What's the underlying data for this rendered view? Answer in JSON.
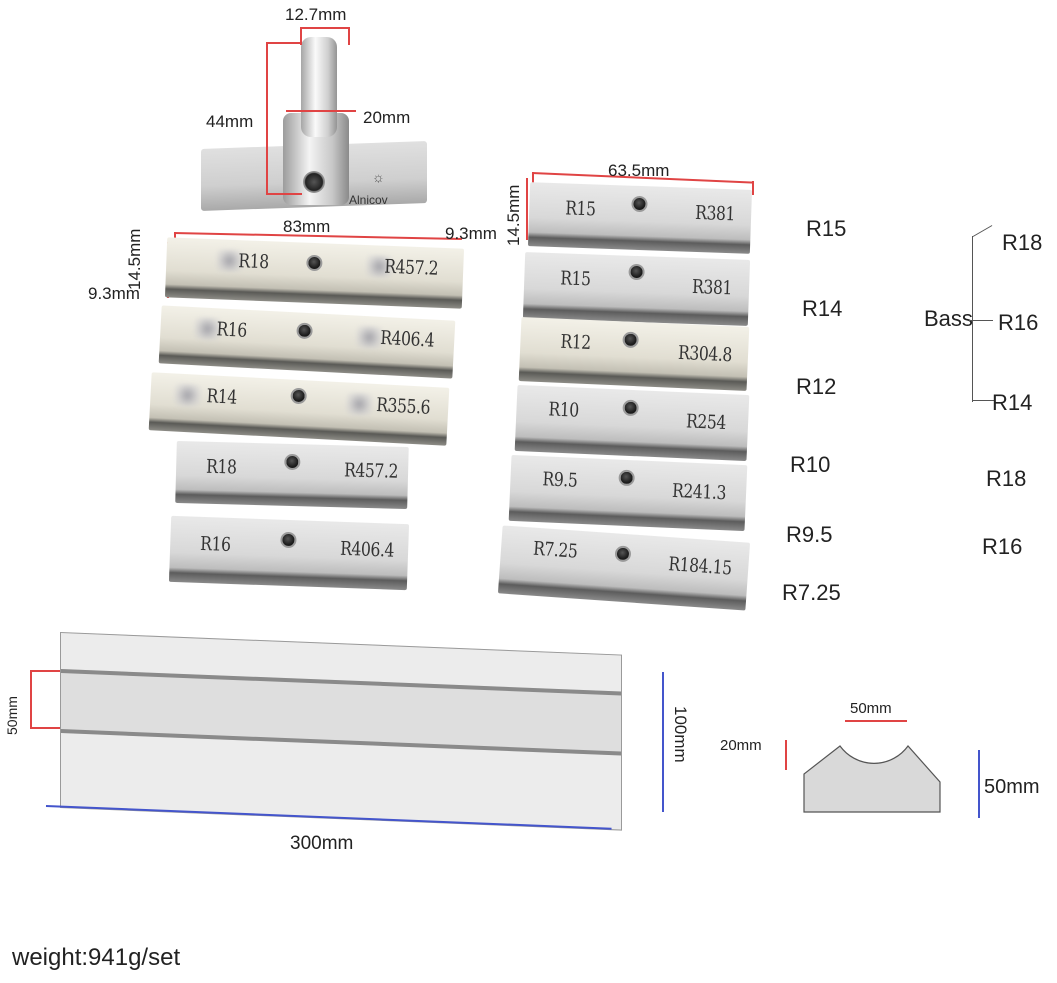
{
  "tool": {
    "dims": {
      "pin_diameter": "12.7mm",
      "height": "44mm",
      "base_diameter": "20mm"
    },
    "brand": "Alnicov"
  },
  "left_blocks": {
    "dims": {
      "length": "83mm",
      "height": "14.5mm",
      "thickness": "9.3mm"
    },
    "items": [
      {
        "left": "R18",
        "right": "R457.2"
      },
      {
        "left": "R16",
        "right": "R406.4"
      },
      {
        "left": "R14",
        "right": "R355.6"
      },
      {
        "left": "R18",
        "right": "R457.2"
      },
      {
        "left": "R16",
        "right": "R406.4"
      }
    ]
  },
  "right_blocks": {
    "dims": {
      "length": "63.5mm",
      "height": "14.5mm",
      "thickness": "9.3mm"
    },
    "items": [
      {
        "left": "R15",
        "right": "R381"
      },
      {
        "left": "R15",
        "right": "R381"
      },
      {
        "left": "R12",
        "right": "R304.8"
      },
      {
        "left": "R10",
        "right": "R254"
      },
      {
        "left": "R9.5",
        "right": "R241.3"
      },
      {
        "left": "R7.25",
        "right": "R184.15"
      }
    ]
  },
  "radius_labels": [
    "R15",
    "R14",
    "R12",
    "R10",
    "R9.5",
    "R7.25"
  ],
  "bass": {
    "label": "Bass",
    "branches": [
      "R18",
      "R16",
      "R14"
    ],
    "extra": [
      "R18",
      "R16"
    ]
  },
  "base_plate": {
    "groove": "50mm",
    "width": "100mm",
    "length": "300mm"
  },
  "cradle": {
    "top": "50mm",
    "depth": "20mm",
    "height": "50mm"
  },
  "weight": "weight:941g/set"
}
